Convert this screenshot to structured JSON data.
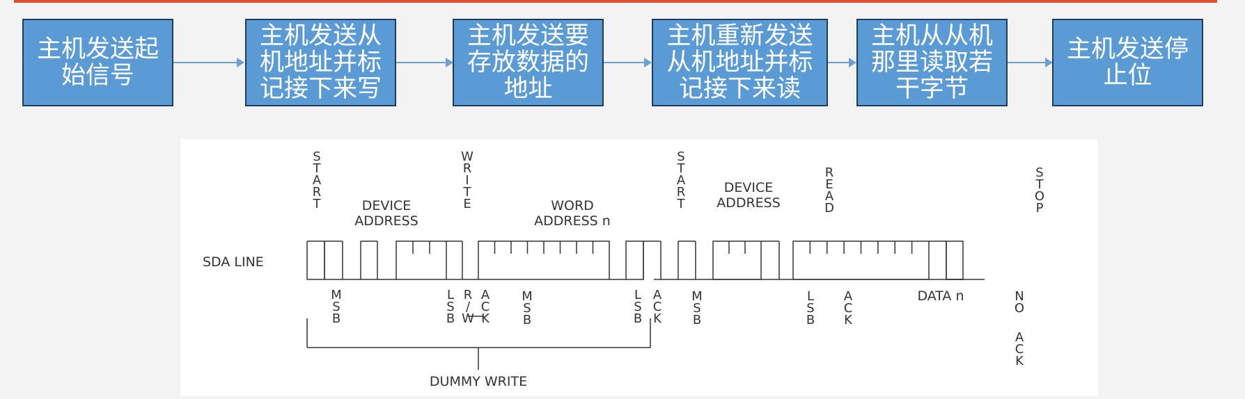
{
  "flow": {
    "steps": [
      {
        "label": "主机发送起\n始信号"
      },
      {
        "label": "主机发送从\n机地址并标\n记接下来写"
      },
      {
        "label": "主机发送要\n存放数据的\n地址"
      },
      {
        "label": "主机重新发送\n从机地址并标\n记接下来读"
      },
      {
        "label": "主机从从机\n那里读取若\n干字节"
      },
      {
        "label": "主机发送停\n止位"
      }
    ]
  },
  "diagram": {
    "line_label": "SDA LINE",
    "top_labels": {
      "start1": [
        "S",
        "T",
        "A",
        "R",
        "T"
      ],
      "device_address_1": [
        "DEVICE",
        "ADDRESS"
      ],
      "write": [
        "W",
        "R",
        "I",
        "T",
        "E"
      ],
      "word_address": [
        "WORD",
        "ADDRESS n"
      ],
      "start2": [
        "S",
        "T",
        "A",
        "R",
        "T"
      ],
      "device_address_2": [
        "DEVICE",
        "ADDRESS"
      ],
      "read": [
        "R",
        "E",
        "A",
        "D"
      ],
      "stop": [
        "S",
        "T",
        "O",
        "P"
      ]
    },
    "bottom_labels": {
      "msb1": [
        "M",
        "S",
        "B"
      ],
      "lsb1": [
        "L",
        "S",
        "B"
      ],
      "rw": [
        "R",
        "/",
        "W"
      ],
      "ack1": [
        "A",
        "C",
        "K"
      ],
      "msb2": [
        "M",
        "S",
        "B"
      ],
      "lsb2": [
        "L",
        "S",
        "B"
      ],
      "ack2": [
        "A",
        "C",
        "K"
      ],
      "msb3": [
        "M",
        "S",
        "B"
      ],
      "lsb3": [
        "L",
        "S",
        "B"
      ],
      "ack3": [
        "A",
        "C",
        "K"
      ],
      "data": "DATA n",
      "no": [
        "N",
        "O"
      ],
      "ack4": [
        "A",
        "C",
        "K"
      ],
      "dummy_write": "DUMMY WRITE"
    }
  }
}
